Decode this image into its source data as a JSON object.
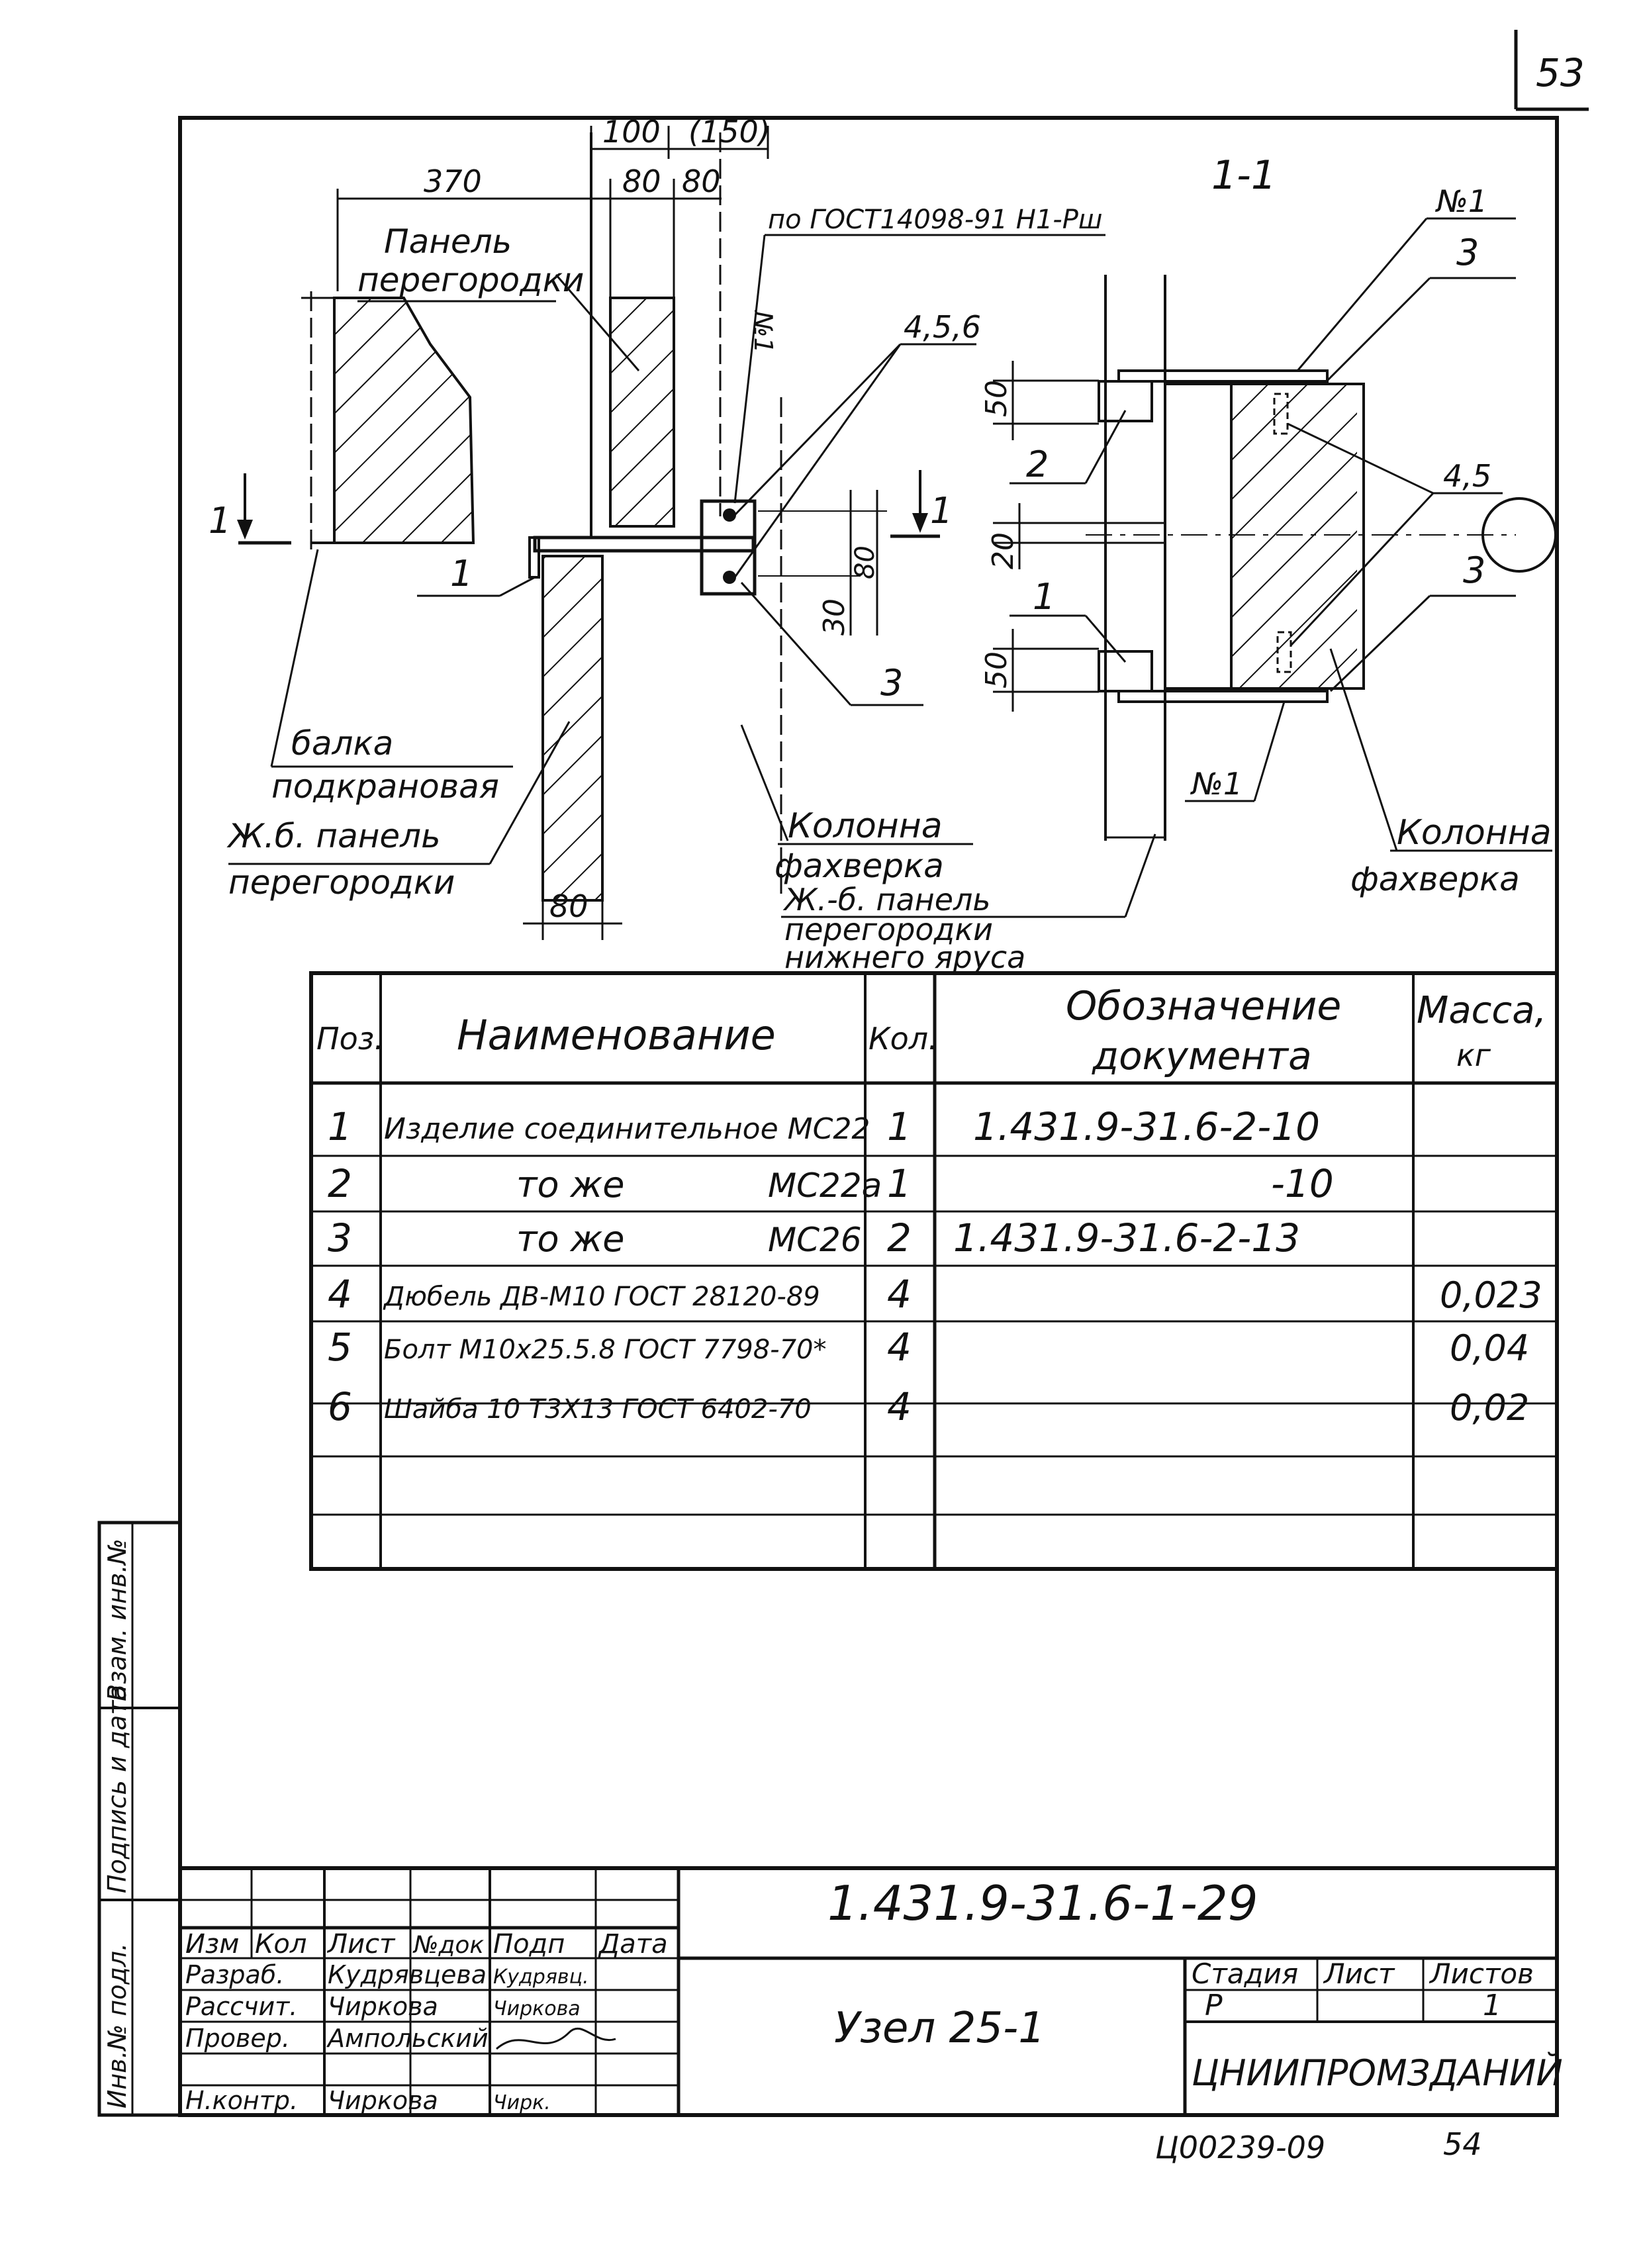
{
  "page_number": "53",
  "bottom_code": "Ц00239-09",
  "bottom_page": "54",
  "drawing": {
    "dim_100": "100",
    "dim_150": "(150)",
    "dim_370": "370",
    "dim_80a": "80",
    "dim_80b": "80",
    "dim_80_bottom": "80",
    "gost_weld": "по ГОСТ14098-91 Н1-Рш",
    "weld_no1_vertical": "№1",
    "label_panel": "Панель",
    "label_panel2": "перегородки",
    "callout_456": "4,5,6",
    "callout_1_left": "1",
    "callout_3_left": "3",
    "dim_30": "30",
    "dim_80_vert": "80",
    "section_mark_left": "1",
    "section_mark_right": "1",
    "label_beam1": "балка",
    "label_beam2": "подкрановая",
    "label_rc_panel1": "Ж.б. панель",
    "label_rc_panel2": "перегородки",
    "label_column1": "Колонна",
    "label_column2": "фахверка",
    "label_rc_lower1": "Ж.-б. панель",
    "label_rc_lower2": "перегородки",
    "label_rc_lower3": "нижнего яруса",
    "section_title": "1-1",
    "weld_no1_top": "№1",
    "callout_3_top": "3",
    "dim_50_top": "50",
    "callout_2": "2",
    "callout_45": "4,5",
    "dim_20": "20",
    "callout_3_right": "3",
    "dim_50_bottom": "50",
    "callout_1_right": "1",
    "weld_no1_bottom": "№1",
    "label_column_r1": "Колонна",
    "label_column_r2": "фахверка"
  },
  "spec_table": {
    "headers": {
      "pos": "Поз.",
      "name": "Наименование",
      "qty": "Кол.",
      "doc1": "Обозначение",
      "doc2": "документа",
      "mass1": "Масса,",
      "mass2": "кг"
    },
    "rows": [
      {
        "pos": "1",
        "name": "Изделие соединительное МС22",
        "qty": "1",
        "doc": "1.431.9-31.6-2-10",
        "mass": ""
      },
      {
        "pos": "2",
        "name": "то же",
        "name_code": "МС22а",
        "qty": "1",
        "doc": "-10",
        "mass": ""
      },
      {
        "pos": "3",
        "name": "то же",
        "name_code": "МС26",
        "qty": "2",
        "doc": "1.431.9-31.6-2-13",
        "mass": ""
      },
      {
        "pos": "4",
        "name": "Дюбель ДВ-М10 ГОСТ 28120-89",
        "qty": "4",
        "doc": "",
        "mass": "0,023"
      },
      {
        "pos": "5",
        "name": "Болт М10х25.5.8 ГОСТ 7798-70*",
        "qty": "4",
        "doc": "",
        "mass": "0,04"
      },
      {
        "pos": "6",
        "name": "Шайба 10 Т3Х13 ГОСТ 6402-70",
        "qty": "4",
        "doc": "",
        "mass": "0,02"
      }
    ]
  },
  "side_stamp": {
    "c1": "Инв.№ подл.",
    "c2": "Подпись и дата",
    "c3": "Взам. инв.№"
  },
  "title_block": {
    "doc_number": "1.431.9-31.6-1-29",
    "node_name": "Узел 25-1",
    "organization": "ЦНИИПРОМЗДАНИЙ",
    "col_headers": [
      "Изм",
      "Кол",
      "Лист",
      "№док",
      "Подп",
      "Дата"
    ],
    "stage_label": "Стадия",
    "sheet_label": "Лист",
    "sheets_label": "Листов",
    "stage_value": "Р",
    "sheets_value": "1",
    "roles": [
      {
        "role": "Разраб.",
        "name": "Кудрявцева",
        "sign": "Кудрявц."
      },
      {
        "role": "Рассчит.",
        "name": "Чиркова",
        "sign": "Чиркова"
      },
      {
        "role": "Провер.",
        "name": "Ампольский",
        "sign": ""
      },
      {
        "role": "Н.контр.",
        "name": "Чиркова",
        "sign": "Чирк."
      }
    ]
  }
}
